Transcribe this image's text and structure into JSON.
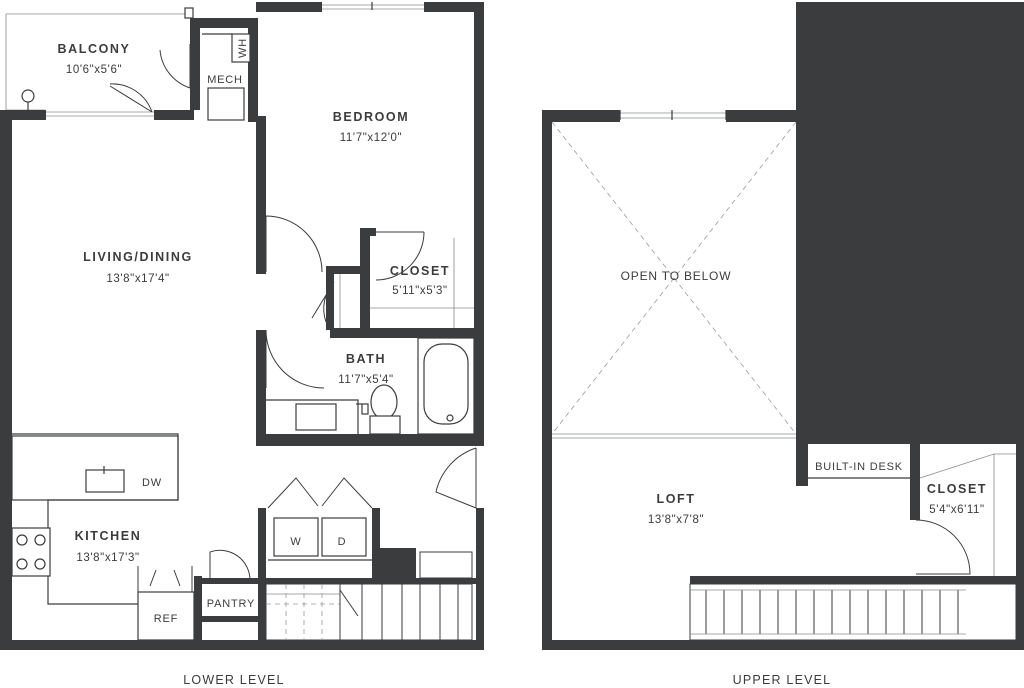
{
  "levels": {
    "lower": "LOWER LEVEL",
    "upper": "UPPER LEVEL"
  },
  "rooms": {
    "balcony": {
      "name": "BALCONY",
      "dims": "10'6\"x5'6\""
    },
    "mech": {
      "name": "MECH"
    },
    "wh": {
      "name": "WH"
    },
    "bedroom": {
      "name": "BEDROOM",
      "dims": "11'7\"x12'0\""
    },
    "living": {
      "name": "LIVING/DINING",
      "dims": "13'8\"x17'4\""
    },
    "closet_lower": {
      "name": "CLOSET",
      "dims": "5'11\"x5'3\""
    },
    "bath": {
      "name": "BATH",
      "dims": "11'7\"x5'4\""
    },
    "kitchen": {
      "name": "KITCHEN",
      "dims": "13'8\"x17'3\""
    },
    "dw": {
      "name": "DW"
    },
    "ref": {
      "name": "REF"
    },
    "pantry": {
      "name": "PANTRY"
    },
    "washer": {
      "name": "W"
    },
    "dryer": {
      "name": "D"
    },
    "open_below": {
      "name": "OPEN TO BELOW"
    },
    "builtin_desk": {
      "name": "BUILT-IN DESK"
    },
    "loft": {
      "name": "LOFT",
      "dims": "13'8\"x7'8\""
    },
    "closet_upper": {
      "name": "CLOSET",
      "dims": "5'4\"x6'11\""
    }
  }
}
